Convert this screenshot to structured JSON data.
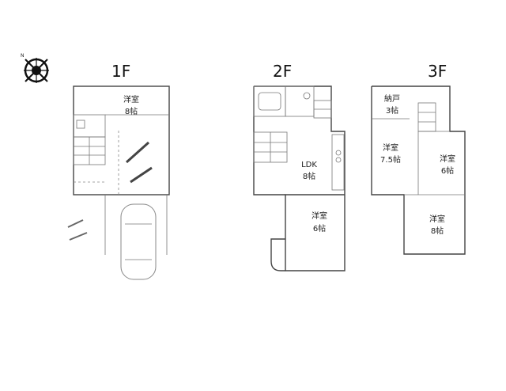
{
  "compass": {
    "label": "N"
  },
  "floors": [
    {
      "label": "1F"
    },
    {
      "label": "2F"
    },
    {
      "label": "3F"
    }
  ],
  "rooms": {
    "f1_yoshitsu": {
      "name": "洋室",
      "size": "8帖"
    },
    "f2_ldk": {
      "name": "LDK",
      "size": "8帖"
    },
    "f2_yoshitsu": {
      "name": "洋室",
      "size": "6帖"
    },
    "f3_nando": {
      "name": "納戸",
      "size": "3帖"
    },
    "f3_yoshitsu_a": {
      "name": "洋室",
      "size": "7.5帖"
    },
    "f3_yoshitsu_b": {
      "name": "洋室",
      "size": "6帖"
    },
    "f3_yoshitsu_c": {
      "name": "洋室",
      "size": "8帖"
    }
  },
  "icons": {
    "compass": "compass-north-icon",
    "car": "car-icon",
    "bicycle": "bicycle-icon",
    "stairs": "stairs-icon"
  }
}
